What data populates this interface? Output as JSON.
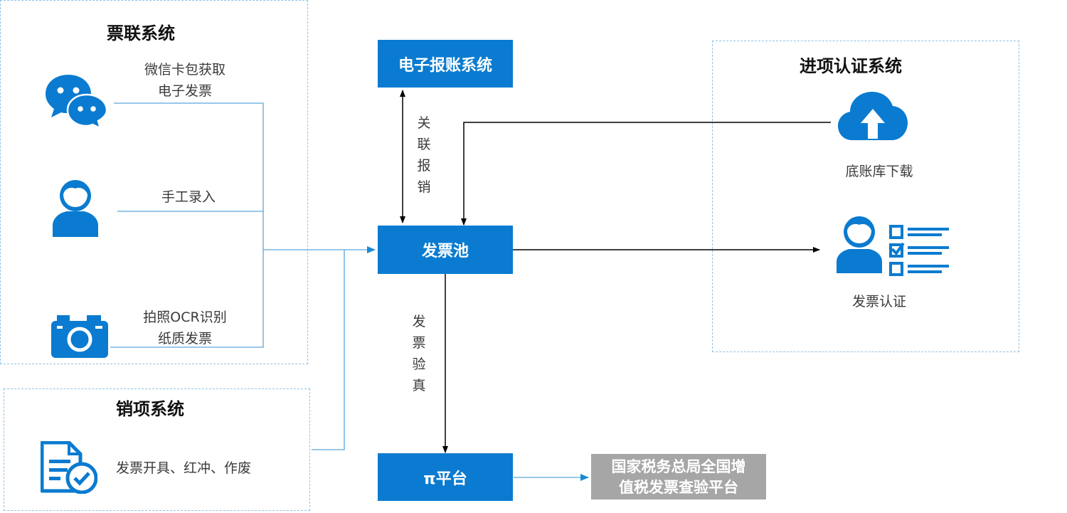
{
  "colors": {
    "primary": "#0a7bd0",
    "connector": "#5aa6da",
    "arrow": "#000000",
    "gov_box": "#a6a6a6",
    "panel_border": "#8fc3e8"
  },
  "piaolian": {
    "title": "票联系统",
    "wechat_label": "微信卡包获取\n电子发票",
    "manual_label": "手工录入",
    "ocr_label": "拍照OCR识别\n纸质发票",
    "icons": [
      "wechat-icon",
      "user-icon",
      "camera-icon"
    ]
  },
  "xiaoxiang": {
    "title": "销项系统",
    "invoice_label": "发票开具、红冲、作废",
    "icons": [
      "document-check-icon"
    ]
  },
  "jinxiang": {
    "title": "进项认证系统",
    "download_label": "底账库下载",
    "auth_label": "发票认证",
    "icons": [
      "cloud-upload-icon",
      "user-checklist-icon"
    ]
  },
  "center": {
    "expense_system": "电子报账系统",
    "invoice_pool": "发票池",
    "pi_platform": "π平台",
    "link_label": "关\n联\n报\n销",
    "verify_label": "发\n票\n验\n真",
    "gov_platform": "国家税务总局全国增\n值税发票查验平台"
  }
}
